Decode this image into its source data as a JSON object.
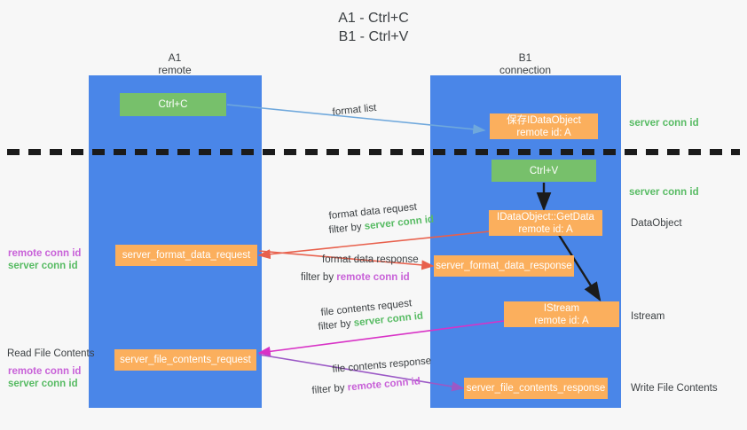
{
  "title": {
    "line1": "A1 - Ctrl+C",
    "line2": "B1 - Ctrl+V"
  },
  "colors": {
    "lane": "#4a86e8",
    "box_orange": "#fbaf5d",
    "box_green": "#77c06b",
    "server_conn": "#57bb63",
    "remote_conn": "#c861d8",
    "arrow_red": "#e8604c",
    "arrow_blue": "#6fa8dc",
    "arrow_magenta": "#d832c6",
    "arrow_purple": "#9b59c6",
    "arrow_black": "#1b1b1b",
    "background": "#f7f7f7"
  },
  "columns": [
    {
      "name": "A1",
      "sub": "remote"
    },
    {
      "name": "B1",
      "sub": "connection"
    }
  ],
  "boxes": [
    {
      "id": "ctrl-c",
      "lines": [
        "Ctrl+C"
      ],
      "color": "green"
    },
    {
      "id": "save-idataobject",
      "lines": [
        "保存IDataObject",
        "remote id: A"
      ],
      "color": "orange"
    },
    {
      "id": "ctrl-v",
      "lines": [
        "Ctrl+V"
      ],
      "color": "green"
    },
    {
      "id": "idataobject-getdata",
      "lines": [
        "IDataObject::GetData",
        "remote id: A"
      ],
      "color": "orange"
    },
    {
      "id": "server-format-data-request",
      "lines": [
        "server_format_data_request"
      ],
      "color": "orange"
    },
    {
      "id": "server-format-data-response",
      "lines": [
        "server_format_data_response"
      ],
      "color": "orange"
    },
    {
      "id": "istream",
      "lines": [
        "IStream",
        "remote id: A"
      ],
      "color": "orange"
    },
    {
      "id": "server-file-contents-request",
      "lines": [
        "server_file_contents_request"
      ],
      "color": "orange"
    },
    {
      "id": "server-file-contents-response",
      "lines": [
        "server_file_contents_response"
      ],
      "color": "orange"
    }
  ],
  "arrow_labels": {
    "format_list": "format list",
    "format_data_request": "format data request",
    "format_data_request_filter_prefix": "filter by ",
    "format_data_request_filter_value": "server conn id",
    "format_data_response": "format data response",
    "format_data_response_filter_prefix": "filter by ",
    "format_data_response_filter_value": "remote conn id",
    "file_contents_request": "file contents request",
    "file_contents_request_filter_prefix": "filter by ",
    "file_contents_request_filter_value": "server conn id",
    "file_contents_response": "file contents response",
    "file_contents_response_filter_prefix": "filter by ",
    "file_contents_response_filter_value": "remote conn id"
  },
  "right_labels": [
    {
      "id": "server-conn-id-top",
      "text": "server conn id",
      "kind": "green"
    },
    {
      "id": "server-conn-id-mid",
      "text": "server conn id",
      "kind": "green"
    },
    {
      "id": "dataobject",
      "text": "DataObject",
      "kind": "plain"
    },
    {
      "id": "istream-label",
      "text": "Istream",
      "kind": "plain"
    },
    {
      "id": "write-file-contents",
      "text": "Write File Contents",
      "kind": "plain"
    }
  ],
  "left_labels": {
    "group_upper": {
      "remote": "remote conn id",
      "server": "server conn id"
    },
    "read_file_contents": "Read File Contents",
    "group_lower": {
      "remote": "remote conn id",
      "server": "server conn id"
    }
  }
}
